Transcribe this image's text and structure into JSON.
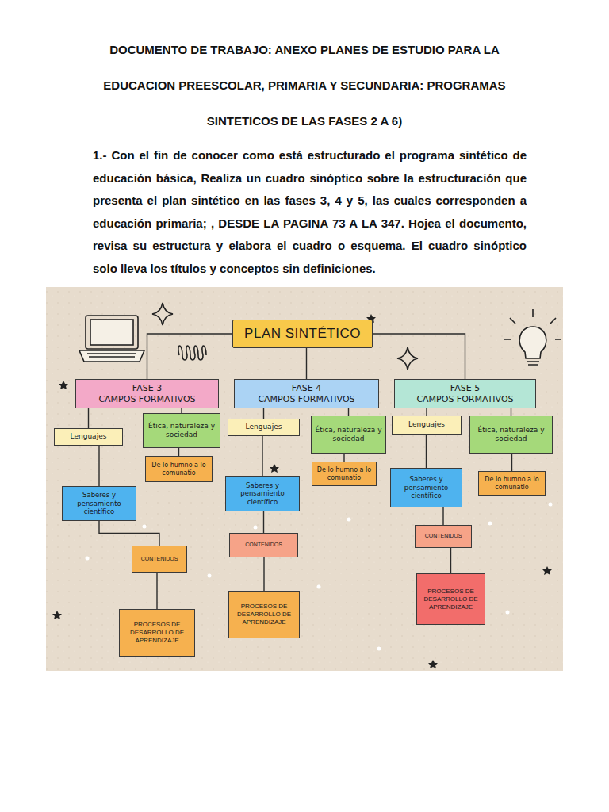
{
  "diagram": {
    "title": "DOCUMENTO DE TRABAJO: ANEXO PLANES DE ESTUDIO PARA LA EDUCACION PREESCOLAR, PRIMARIA Y SECUNDARIA: PROGRAMAS SINTETICOS DE LAS FASES 2 A 6)",
    "nodes": [
      {
        "text": [
          "PLAN SINTÉTICO"
        ]
      },
      {
        "text": [
          "FASE 3",
          "CAMPOS FORMATIVOS"
        ]
      },
      {
        "text": [
          "Lenguajes"
        ]
      },
      {
        "text": [
          "Ética, naturaleza y sociedad"
        ]
      },
      {
        "text": [
          "De lo humno a lo comunatio"
        ]
      },
      {
        "text": [
          "Saberes y pensamiento científico"
        ]
      },
      {
        "text": [
          "CONTENIDOS"
        ]
      },
      {
        "text": [
          "PROCESOS DE DESARROLLO DE APRENDIZAJE"
        ]
      },
      {
        "text": [
          "FASE 4",
          "CAMPOS FORMATIVOS"
        ]
      },
      {
        "text": [
          "Lenguajes"
        ]
      },
      {
        "text": [
          "Ética, naturaleza y sociedad"
        ]
      },
      {
        "text": [
          "De lo humno a lo comunatio"
        ]
      },
      {
        "text": [
          "Saberes y pensamiento científico"
        ]
      },
      {
        "text": [
          "CONTENIDOS"
        ]
      },
      {
        "text": [
          "PROCESOS DE DESARROLLO DE APRENDIZAJE"
        ]
      },
      {
        "text": [
          "FASE 5",
          "CAMPOS FORMATIVOS"
        ]
      },
      {
        "text": [
          "Lenguajes"
        ]
      },
      {
        "text": [
          "Ética, naturaleza y sociedad"
        ]
      },
      {
        "text": [
          "De lo humno a lo comunatio"
        ]
      },
      {
        "text": [
          "Saberes y pensamiento científico"
        ]
      },
      {
        "text": [
          "CONTENIDOS"
        ]
      },
      {
        "text": [
          "PROCESOS DE DESARROLLO DE APRENDIZAJE"
        ]
      }
    ],
    "edges": [
      {
        "from": 0,
        "to": 1,
        "arrow": "none"
      },
      {
        "from": 0,
        "to": 8,
        "arrow": "none"
      },
      {
        "from": 0,
        "to": 15,
        "arrow": "none"
      },
      {
        "from": 1,
        "to": 2,
        "arrow": "none"
      },
      {
        "from": 1,
        "to": 3,
        "arrow": "none"
      },
      {
        "from": 3,
        "to": 4,
        "arrow": "none"
      },
      {
        "from": 2,
        "to": 5,
        "arrow": "none"
      },
      {
        "from": 5,
        "to": 6,
        "arrow": "none"
      },
      {
        "from": 6,
        "to": 7,
        "arrow": "none"
      },
      {
        "from": 8,
        "to": 9,
        "arrow": "none"
      },
      {
        "from": 8,
        "to": 10,
        "arrow": "none"
      },
      {
        "from": 10,
        "to": 11,
        "arrow": "none"
      },
      {
        "from": 9,
        "to": 12,
        "arrow": "none"
      },
      {
        "from": 12,
        "to": 13,
        "arrow": "none"
      },
      {
        "from": 13,
        "to": 14,
        "arrow": "none"
      },
      {
        "from": 15,
        "to": 16,
        "arrow": "none"
      },
      {
        "from": 15,
        "to": 17,
        "arrow": "none"
      },
      {
        "from": 17,
        "to": 18,
        "arrow": "none"
      },
      {
        "from": 16,
        "to": 19,
        "arrow": "none"
      },
      {
        "from": 19,
        "to": 20,
        "arrow": "none"
      },
      {
        "from": 20,
        "to": 21,
        "arrow": "none"
      }
    ],
    "labels": [
      "1.- Con el fin de conocer como está estructurado el programa sintético de educación básica, Realiza un cuadro sinóptico sobre la estructuración que presenta el plan sintético en las fases 3, 4 y 5, las cuales corresponden a educación primaria; , DESDE LA PAGINA 73 A LA 347. Hojea el documento, revisa su estructura y elabora el cuadro o esquema. El cuadro sinóptico solo lleva los títulos y conceptos sin definiciones."
    ]
  }
}
